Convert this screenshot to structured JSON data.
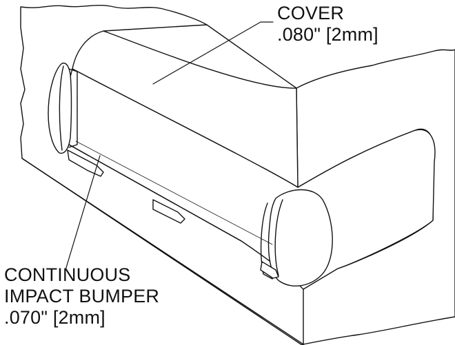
{
  "callouts": {
    "cover": {
      "line1": "COVER",
      "line2": ".080\" [2mm]"
    },
    "bumper": {
      "line1": "CONTINUOUS",
      "line2": "IMPACT BUMPER",
      "line3": ".070\" [2mm]"
    }
  },
  "colors": {
    "line": "#111111",
    "background": "#ffffff",
    "cover_fill": "#ffffff",
    "shadow": "#e6e6e6"
  }
}
